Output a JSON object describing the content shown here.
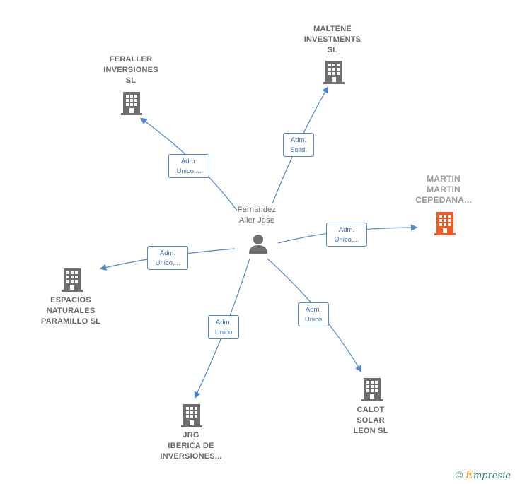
{
  "center": {
    "label": "Fernandez\nAller Jose",
    "icon": "person-icon"
  },
  "companies": [
    {
      "id": "feraller",
      "label": "FERALLER\nINVERSIONES\nSL",
      "icon": "building-icon",
      "color": "#6e6e6e"
    },
    {
      "id": "maltene",
      "label": "MALTENE\nINVESTMENTS\nSL",
      "icon": "building-icon",
      "color": "#6e6e6e"
    },
    {
      "id": "martin",
      "label": "MARTIN\nMARTIN\nCEPEDANA...",
      "icon": "building-icon",
      "color": "#f05a23"
    },
    {
      "id": "espacios",
      "label": "ESPACIOS\nNATURALES\nPARAMILLO  SL",
      "icon": "building-icon",
      "color": "#6e6e6e"
    },
    {
      "id": "jrg",
      "label": "JRG\nIBERICA DE\nINVERSIONES...",
      "icon": "building-icon",
      "color": "#6e6e6e"
    },
    {
      "id": "calot",
      "label": "CALOT\nSOLAR\nLEON  SL",
      "icon": "building-icon",
      "color": "#6e6e6e"
    }
  ],
  "roles": {
    "feraller": "Adm.\nUnico,...",
    "maltene": "Adm.\nSolid.",
    "martin": "Adm.\nUnico,...",
    "espacios": "Adm.\nUnico,...",
    "jrg": "Adm.\nUnico",
    "calot": "Adm.\nUnico"
  },
  "colors": {
    "edge": "#4f88cc",
    "building": "#6e6e6e",
    "highlight": "#f05a23"
  },
  "footer": {
    "copyright": "©",
    "brand_first": "E",
    "brand_rest": "mpresia"
  }
}
